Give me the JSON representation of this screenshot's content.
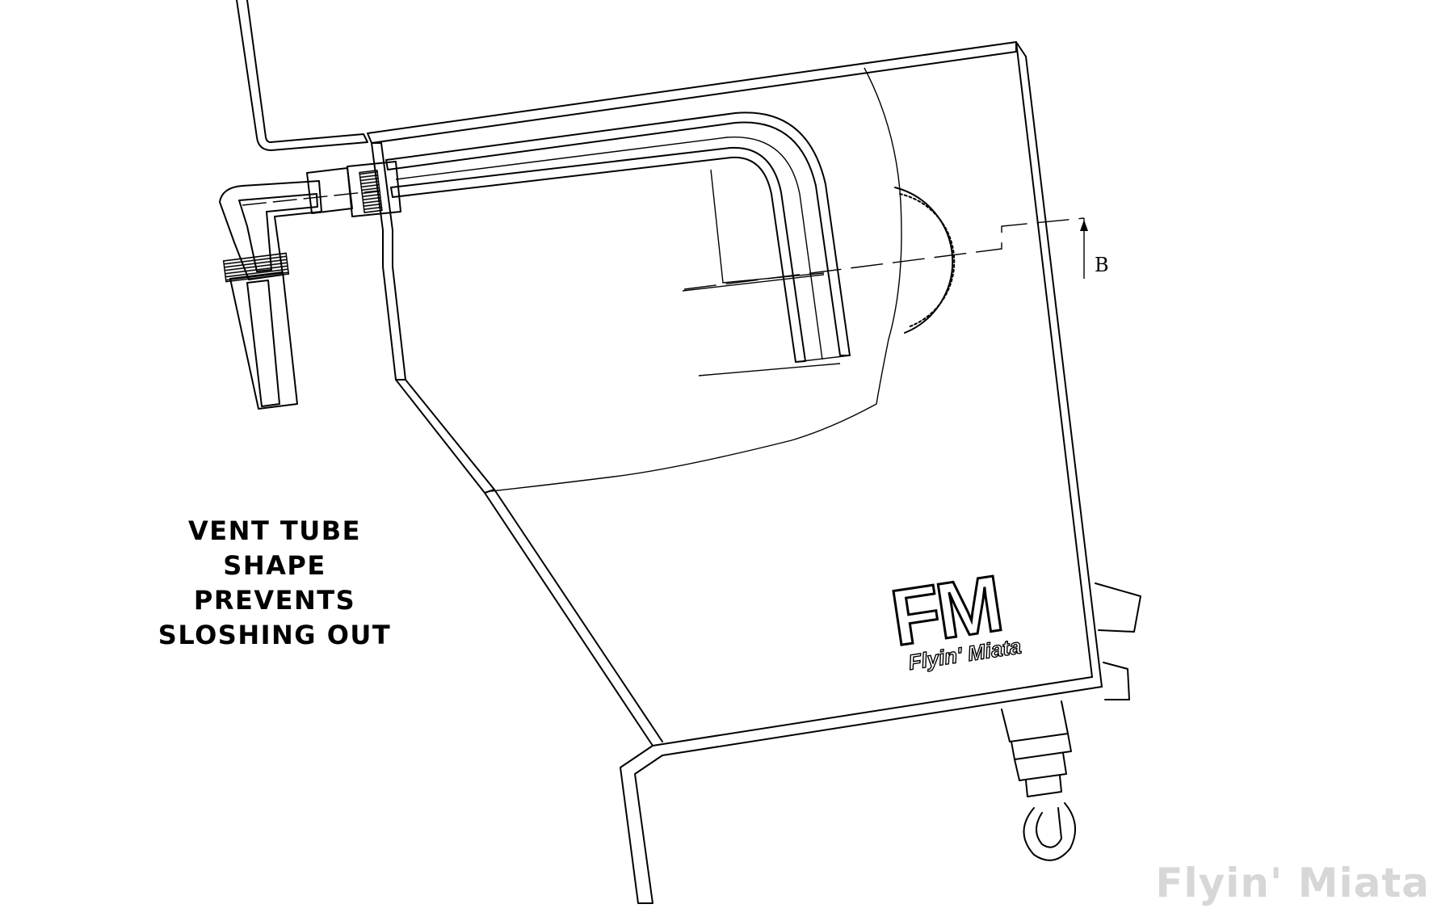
{
  "diagram": {
    "callout_lines": [
      "VENT TUBE",
      "SHAPE",
      "PREVENTS",
      "SLOSHING OUT"
    ],
    "section_label": "B",
    "logo_initials": "FM",
    "logo_name": "Flyin' Miata"
  },
  "watermark": "Flyin' Miata",
  "colors": {
    "line": "#000000",
    "background": "#ffffff",
    "watermark": "#d7d7d7"
  }
}
